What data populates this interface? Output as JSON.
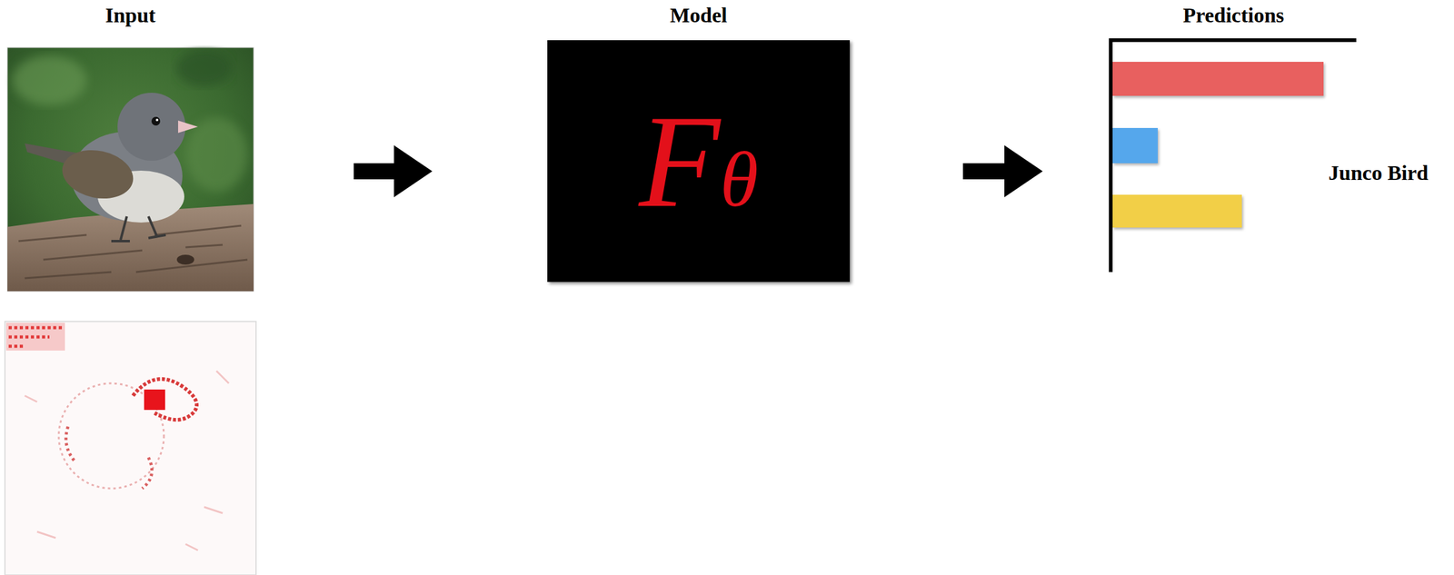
{
  "diagram": {
    "nodes": [
      {
        "text": [
          "Input"
        ]
      },
      {
        "text": [
          "Model",
          "Fθ"
        ]
      },
      {
        "text": [
          "Predictions",
          "Junco Bird"
        ]
      }
    ],
    "edges": [
      {
        "from": 0,
        "to": 1,
        "arrow": "to"
      },
      {
        "from": 1,
        "to": 2,
        "arrow": "to"
      }
    ]
  }
}
